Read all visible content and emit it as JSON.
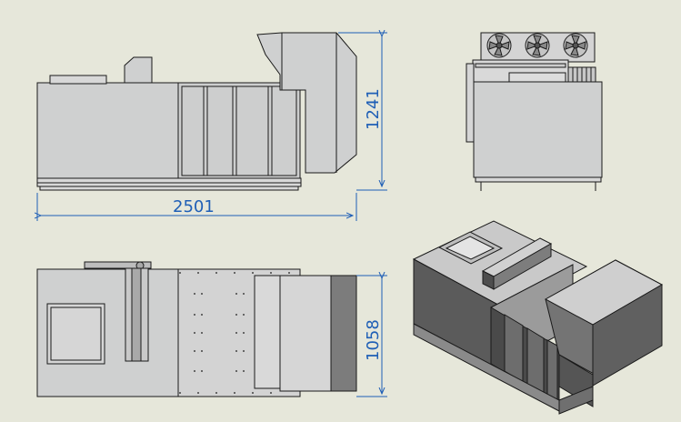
{
  "drawing": {
    "background_color": "#e6e7da",
    "line_color": "#1a1a1a",
    "body_color": "#cfd0d0",
    "dimension_color": "#1f5fb6",
    "dimensions": {
      "height": "1241",
      "length": "2501",
      "width": "1058"
    },
    "views": [
      "front-view",
      "side-view",
      "top-view",
      "isometric-view"
    ]
  }
}
